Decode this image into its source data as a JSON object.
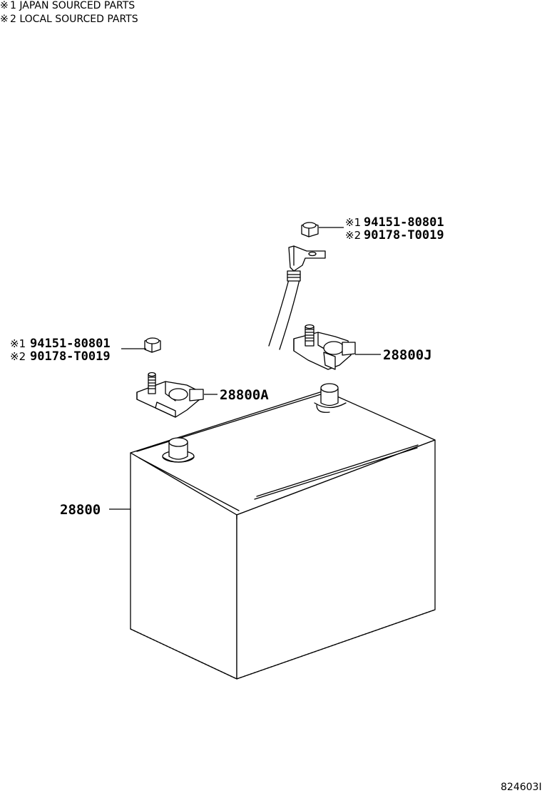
{
  "notes": {
    "mark": "※",
    "line1": "1 JAPAN SOURCED PARTS",
    "line2": "2 LOCAL SOURCED PARTS"
  },
  "callouts": {
    "upper_nut": {
      "mark1": "※1",
      "part1": "94151-80801",
      "mark2": "※2",
      "part2": "90178-T0019"
    },
    "lower_nut": {
      "mark1": "※1",
      "part1": "94151-80801",
      "mark2": "※2",
      "part2": "90178-T0019"
    },
    "terminal_negative": "28800J",
    "terminal_positive": "28800A",
    "battery": "28800"
  },
  "figure_ref": "824603I"
}
